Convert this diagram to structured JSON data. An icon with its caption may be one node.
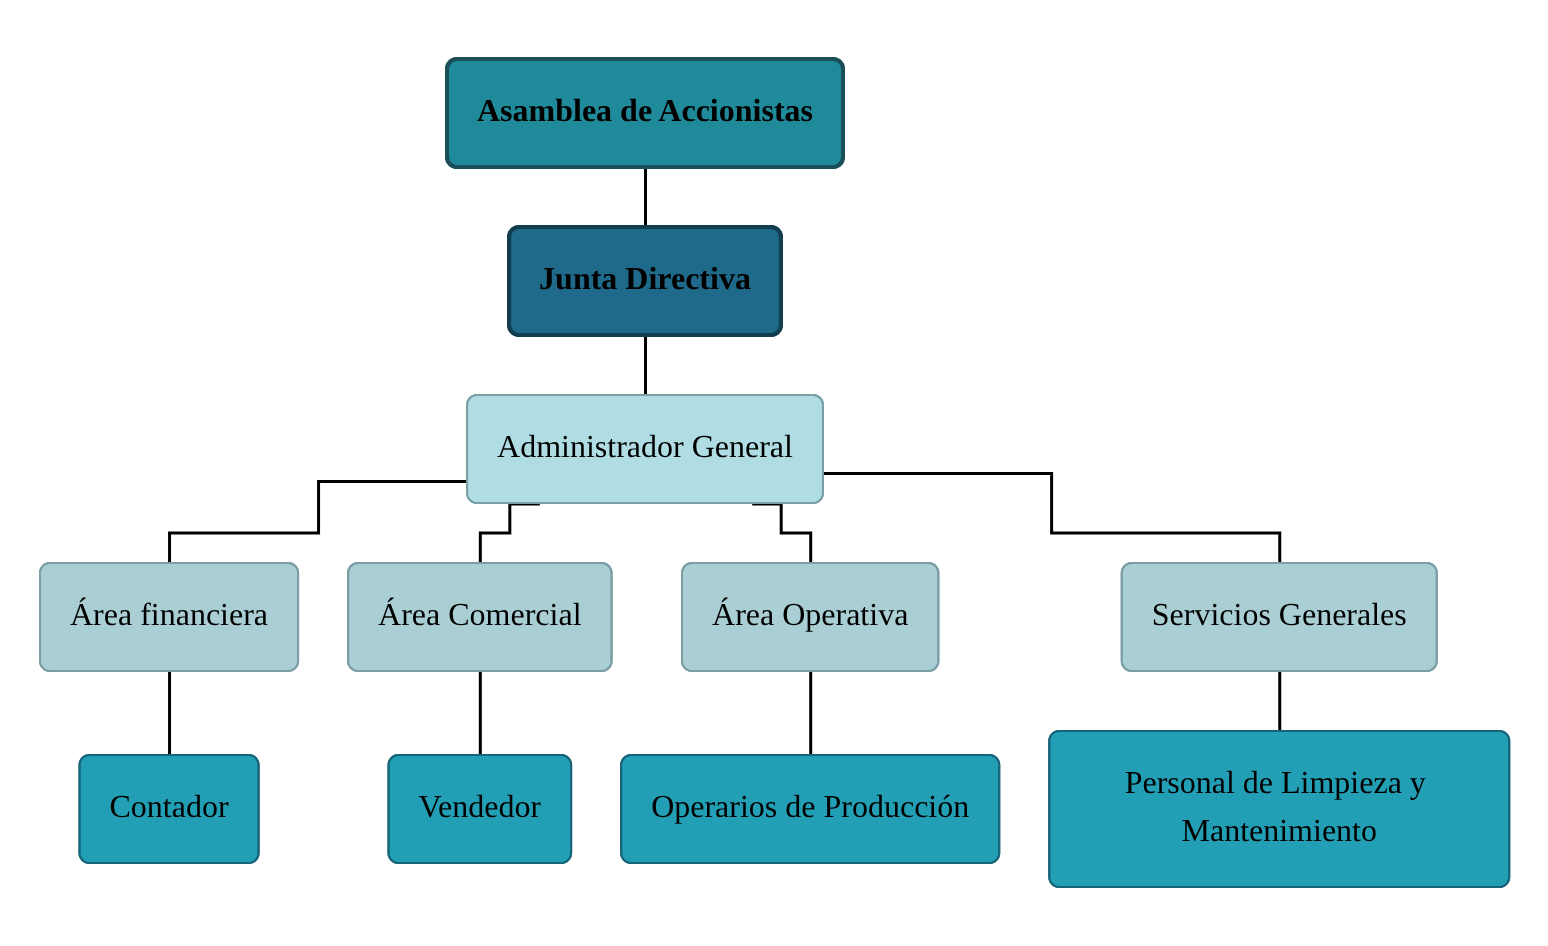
{
  "diagram": {
    "nodes": [
      {
        "text": [
          "Asamblea de Accionistas"
        ]
      },
      {
        "text": [
          "Junta Directiva"
        ]
      },
      {
        "text": [
          "Administrador General"
        ]
      },
      {
        "text": [
          "Área financiera"
        ]
      },
      {
        "text": [
          "Área Comercial"
        ]
      },
      {
        "text": [
          "Área Operativa"
        ]
      },
      {
        "text": [
          "Servicios Generales"
        ]
      },
      {
        "text": [
          "Contador"
        ]
      },
      {
        "text": [
          "Vendedor"
        ]
      },
      {
        "text": [
          "Operarios de Producción"
        ]
      },
      {
        "text": [
          "Personal de Limpieza y Mantenimiento"
        ]
      }
    ],
    "edges": [
      {
        "from": 0,
        "to": 1,
        "arrow": "none"
      },
      {
        "from": 1,
        "to": 2,
        "arrow": "none"
      },
      {
        "from": 2,
        "to": 3,
        "arrow": "none"
      },
      {
        "from": 2,
        "to": 4,
        "arrow": "none"
      },
      {
        "from": 2,
        "to": 5,
        "arrow": "none"
      },
      {
        "from": 2,
        "to": 6,
        "arrow": "none"
      },
      {
        "from": 3,
        "to": 7,
        "arrow": "none"
      },
      {
        "from": 4,
        "to": 8,
        "arrow": "none"
      },
      {
        "from": 5,
        "to": 9,
        "arrow": "none"
      },
      {
        "from": 6,
        "to": 10,
        "arrow": "none"
      }
    ]
  }
}
